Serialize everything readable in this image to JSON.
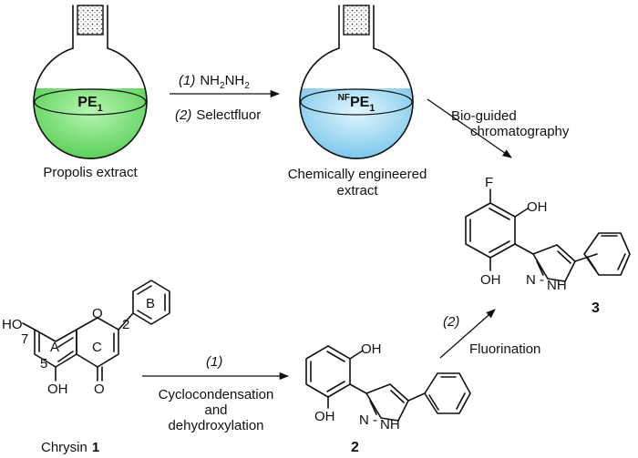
{
  "top_reaction": {
    "flask1": {
      "label_main": "PE",
      "label_sub": "1",
      "caption": "Propolis extract",
      "liquid_color": "#5ed65a",
      "liquid_top_color": "#a8f0a4"
    },
    "flask2": {
      "label_sup": "NF",
      "label_main": "PE",
      "label_sub": "1",
      "caption_line1": "Chemically engineered",
      "caption_line2": "extract",
      "liquid_color": "#86d0f0",
      "liquid_top_color": "#cdeefb"
    },
    "step1_num": "(1)",
    "step1_reagent_a": "NH",
    "step1_sub_a": "2",
    "step1_reagent_b": "NH",
    "step1_sub_b": "2",
    "step2_num": "(2)",
    "step2_reagent": "Selectfluor",
    "diag_line1": "Bio-guided",
    "diag_line2": "chromatography"
  },
  "product3": {
    "F": "F",
    "OH_top": "OH",
    "OH_bottom": "OH",
    "N": "N",
    "NH": "NH",
    "N_dash": "-",
    "number": "3"
  },
  "chrysin": {
    "HO": "HO",
    "O": "O",
    "num2": "2",
    "num7": "7",
    "num5": "5",
    "ringA": "A",
    "ringB": "B",
    "ringC": "C",
    "OH": "OH",
    "carbonyl": "O",
    "name": "Chrysin",
    "number": "1"
  },
  "bottom_reaction": {
    "step1_num": "(1)",
    "line1": "Cyclocondensation",
    "line2": "and",
    "line3": "dehydroxylation",
    "step2_num": "(2)",
    "step2_label": "Fluorination"
  },
  "compound2": {
    "OH_top": "OH",
    "OH_bottom": "OH",
    "N": "N",
    "NH": "NH",
    "N_dash": "-",
    "number": "2"
  },
  "colors": {
    "stopper": "#ffffff",
    "glass_outline": "#111111"
  }
}
